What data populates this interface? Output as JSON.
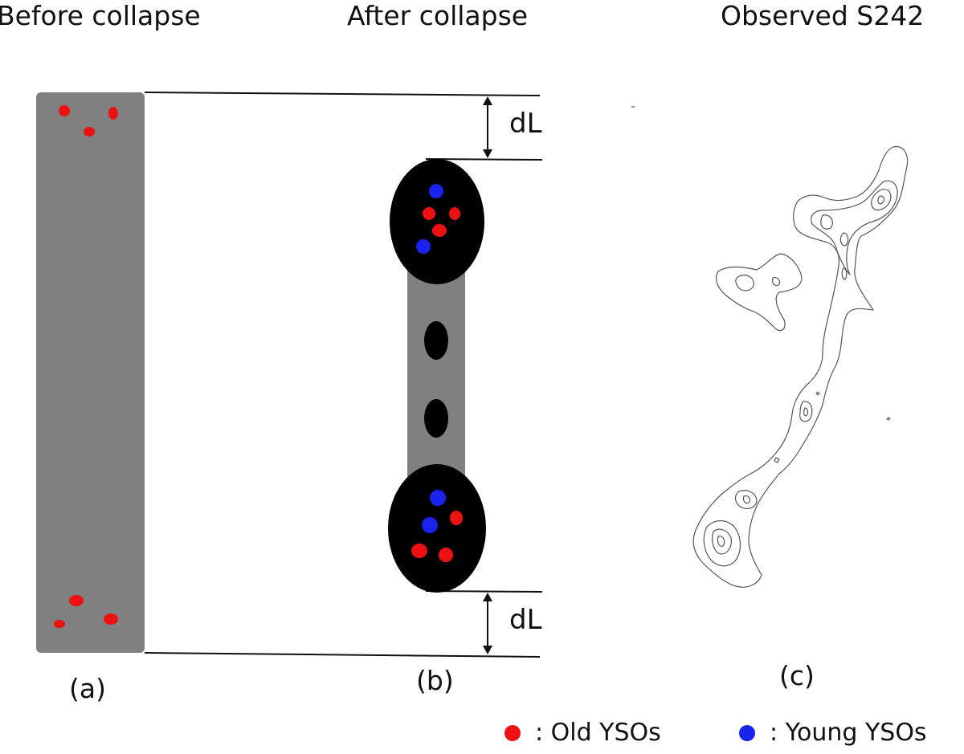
{
  "panels": {
    "a": {
      "title": "Before collapse",
      "label": "(a)"
    },
    "b": {
      "title": "After collapse",
      "label": "(b)"
    },
    "c": {
      "title": "Observed S242",
      "label": "(c)"
    }
  },
  "dimension": {
    "top_label": "dL",
    "bottom_label": "dL"
  },
  "legend": {
    "old": {
      "text": ": Old YSOs",
      "color": "#ee1111"
    },
    "young": {
      "text": ": Young YSOs",
      "color": "#1a22ee"
    }
  },
  "colors": {
    "filament": "#808080",
    "clump": "#000000",
    "contour": "#555555",
    "line": "#111111"
  }
}
